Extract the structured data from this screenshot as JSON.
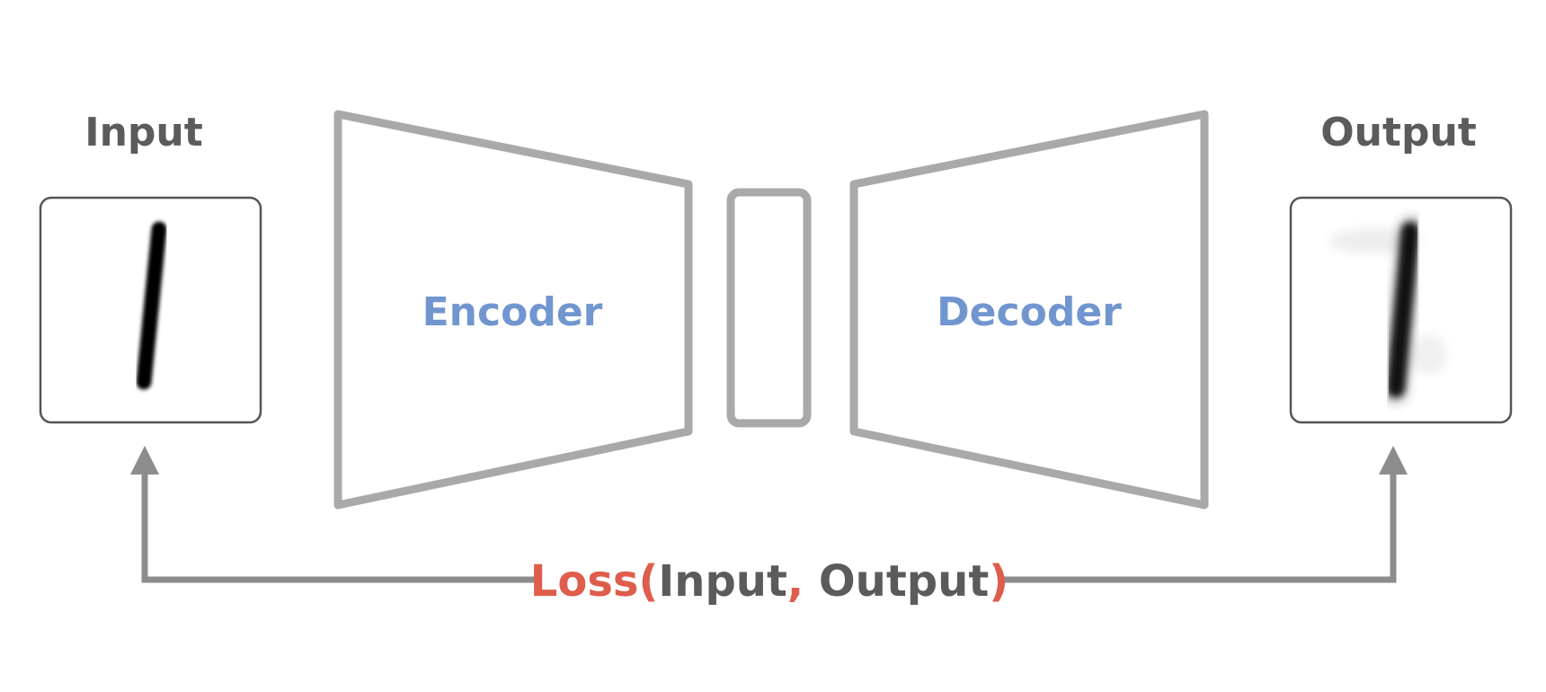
{
  "title_input": "Input",
  "title_output": "Output",
  "encoder_label": "Encoder",
  "decoder_label": "Decoder",
  "loss": {
    "fn": "Loss",
    "open_paren": "(",
    "arg1": "Input",
    "comma": ",",
    "arg2": "Output",
    "close_paren": ")"
  },
  "colors": {
    "block_stroke": "#a9a9a9",
    "block_label": "#7196cf",
    "text_dark": "#5b5b5b",
    "loss_accent": "#df5d4b",
    "arrow": "#8c8c8c",
    "image_frame": "#555555"
  },
  "icons": {
    "input_image": "handwritten-digit-one-sharp",
    "output_image": "handwritten-digit-one-blurry-reconstruction"
  }
}
